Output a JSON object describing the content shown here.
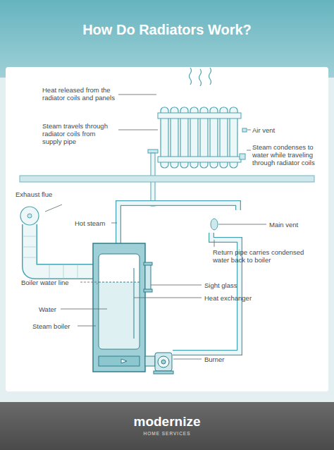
{
  "diagram": {
    "title": "How Do Radiators Work?",
    "labels": [
      "Heat released from the radiator coils and panels",
      "Steam travels through radiator coils from supply pipe",
      "Air vent",
      "Steam condenses to water while traveling through radiator coils",
      "Exhaust flue",
      "Hot steam",
      "Main vent",
      "Return pipe carries condensed water back to boiler",
      "Boiler water line",
      "Sight glass",
      "Water",
      "Heat exchanger",
      "Steam boiler",
      "Burner",
      "modernize",
      "HOME SERVICES"
    ]
  }
}
